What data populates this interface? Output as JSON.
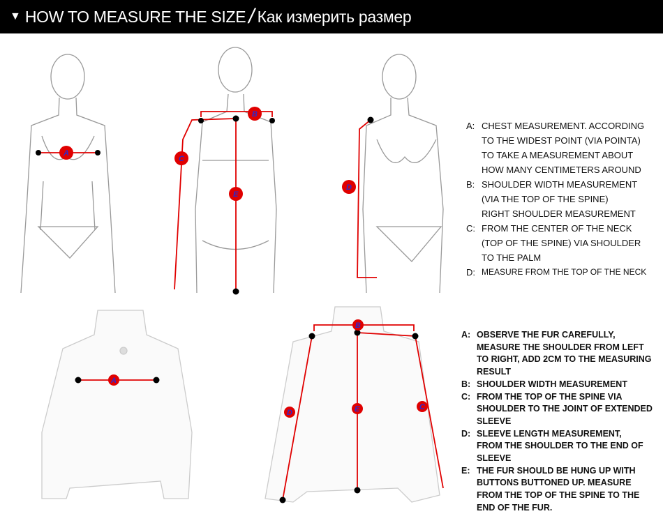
{
  "header": {
    "title_en": "HOW TO MEASURE THE SIZE",
    "separator": "/",
    "title_ru": "Как измерить размер",
    "icon": "triangle-down-icon"
  },
  "markers": {
    "a": "A",
    "b": "B",
    "c": "C",
    "d": "D",
    "e": "E"
  },
  "body_instructions": [
    {
      "key": "A:",
      "lines": [
        "CHEST MEASUREMENT. ACCORDING",
        "TO THE WIDEST POINT (VIA POINTA)",
        "TO TAKE A MEASUREMENT ABOUT",
        "HOW MANY CENTIMETERS AROUND"
      ]
    },
    {
      "key": "B:",
      "lines": [
        "SHOULDER WIDTH MEASUREMENT",
        "(VIA THE TOP OF THE SPINE)",
        "RIGHT SHOULDER MEASUREMENT"
      ]
    },
    {
      "key": "C:",
      "lines": [
        "FROM THE CENTER OF THE NECK",
        "(TOP OF THE SPINE) VIA SHOULDER",
        "TO THE PALM"
      ]
    },
    {
      "key": "D:",
      "lines": [
        "MEASURE FROM THE TOP OF THE NECK"
      ]
    }
  ],
  "fur_instructions": [
    {
      "key": "A:",
      "lines": [
        "OBSERVE THE FUR CAREFULLY,",
        "MEASURE THE SHOULDER FROM LEFT",
        "TO RIGHT,  ADD 2CM TO THE MEASURING",
        "RESULT"
      ]
    },
    {
      "key": "B:",
      "lines": [
        "SHOULDER WIDTH MEASUREMENT"
      ]
    },
    {
      "key": "C:",
      "lines": [
        "FROM THE TOP OF THE SPINE VIA",
        "SHOULDER TO THE JOINT OF EXTENDED",
        "SLEEVE"
      ]
    },
    {
      "key": "D:",
      "lines": [
        "SLEEVE LENGTH MEASUREMENT,",
        "FROM THE SHOULDER TO THE END OF",
        "SLEEVE"
      ]
    },
    {
      "key": "E:",
      "lines": [
        "THE FUR SHOULD BE HUNG UP WITH",
        "BUTTONS BUTTONED UP. MEASURE",
        "FROM THE TOP OF THE SPINE TO THE",
        "END OF THE FUR."
      ]
    }
  ]
}
